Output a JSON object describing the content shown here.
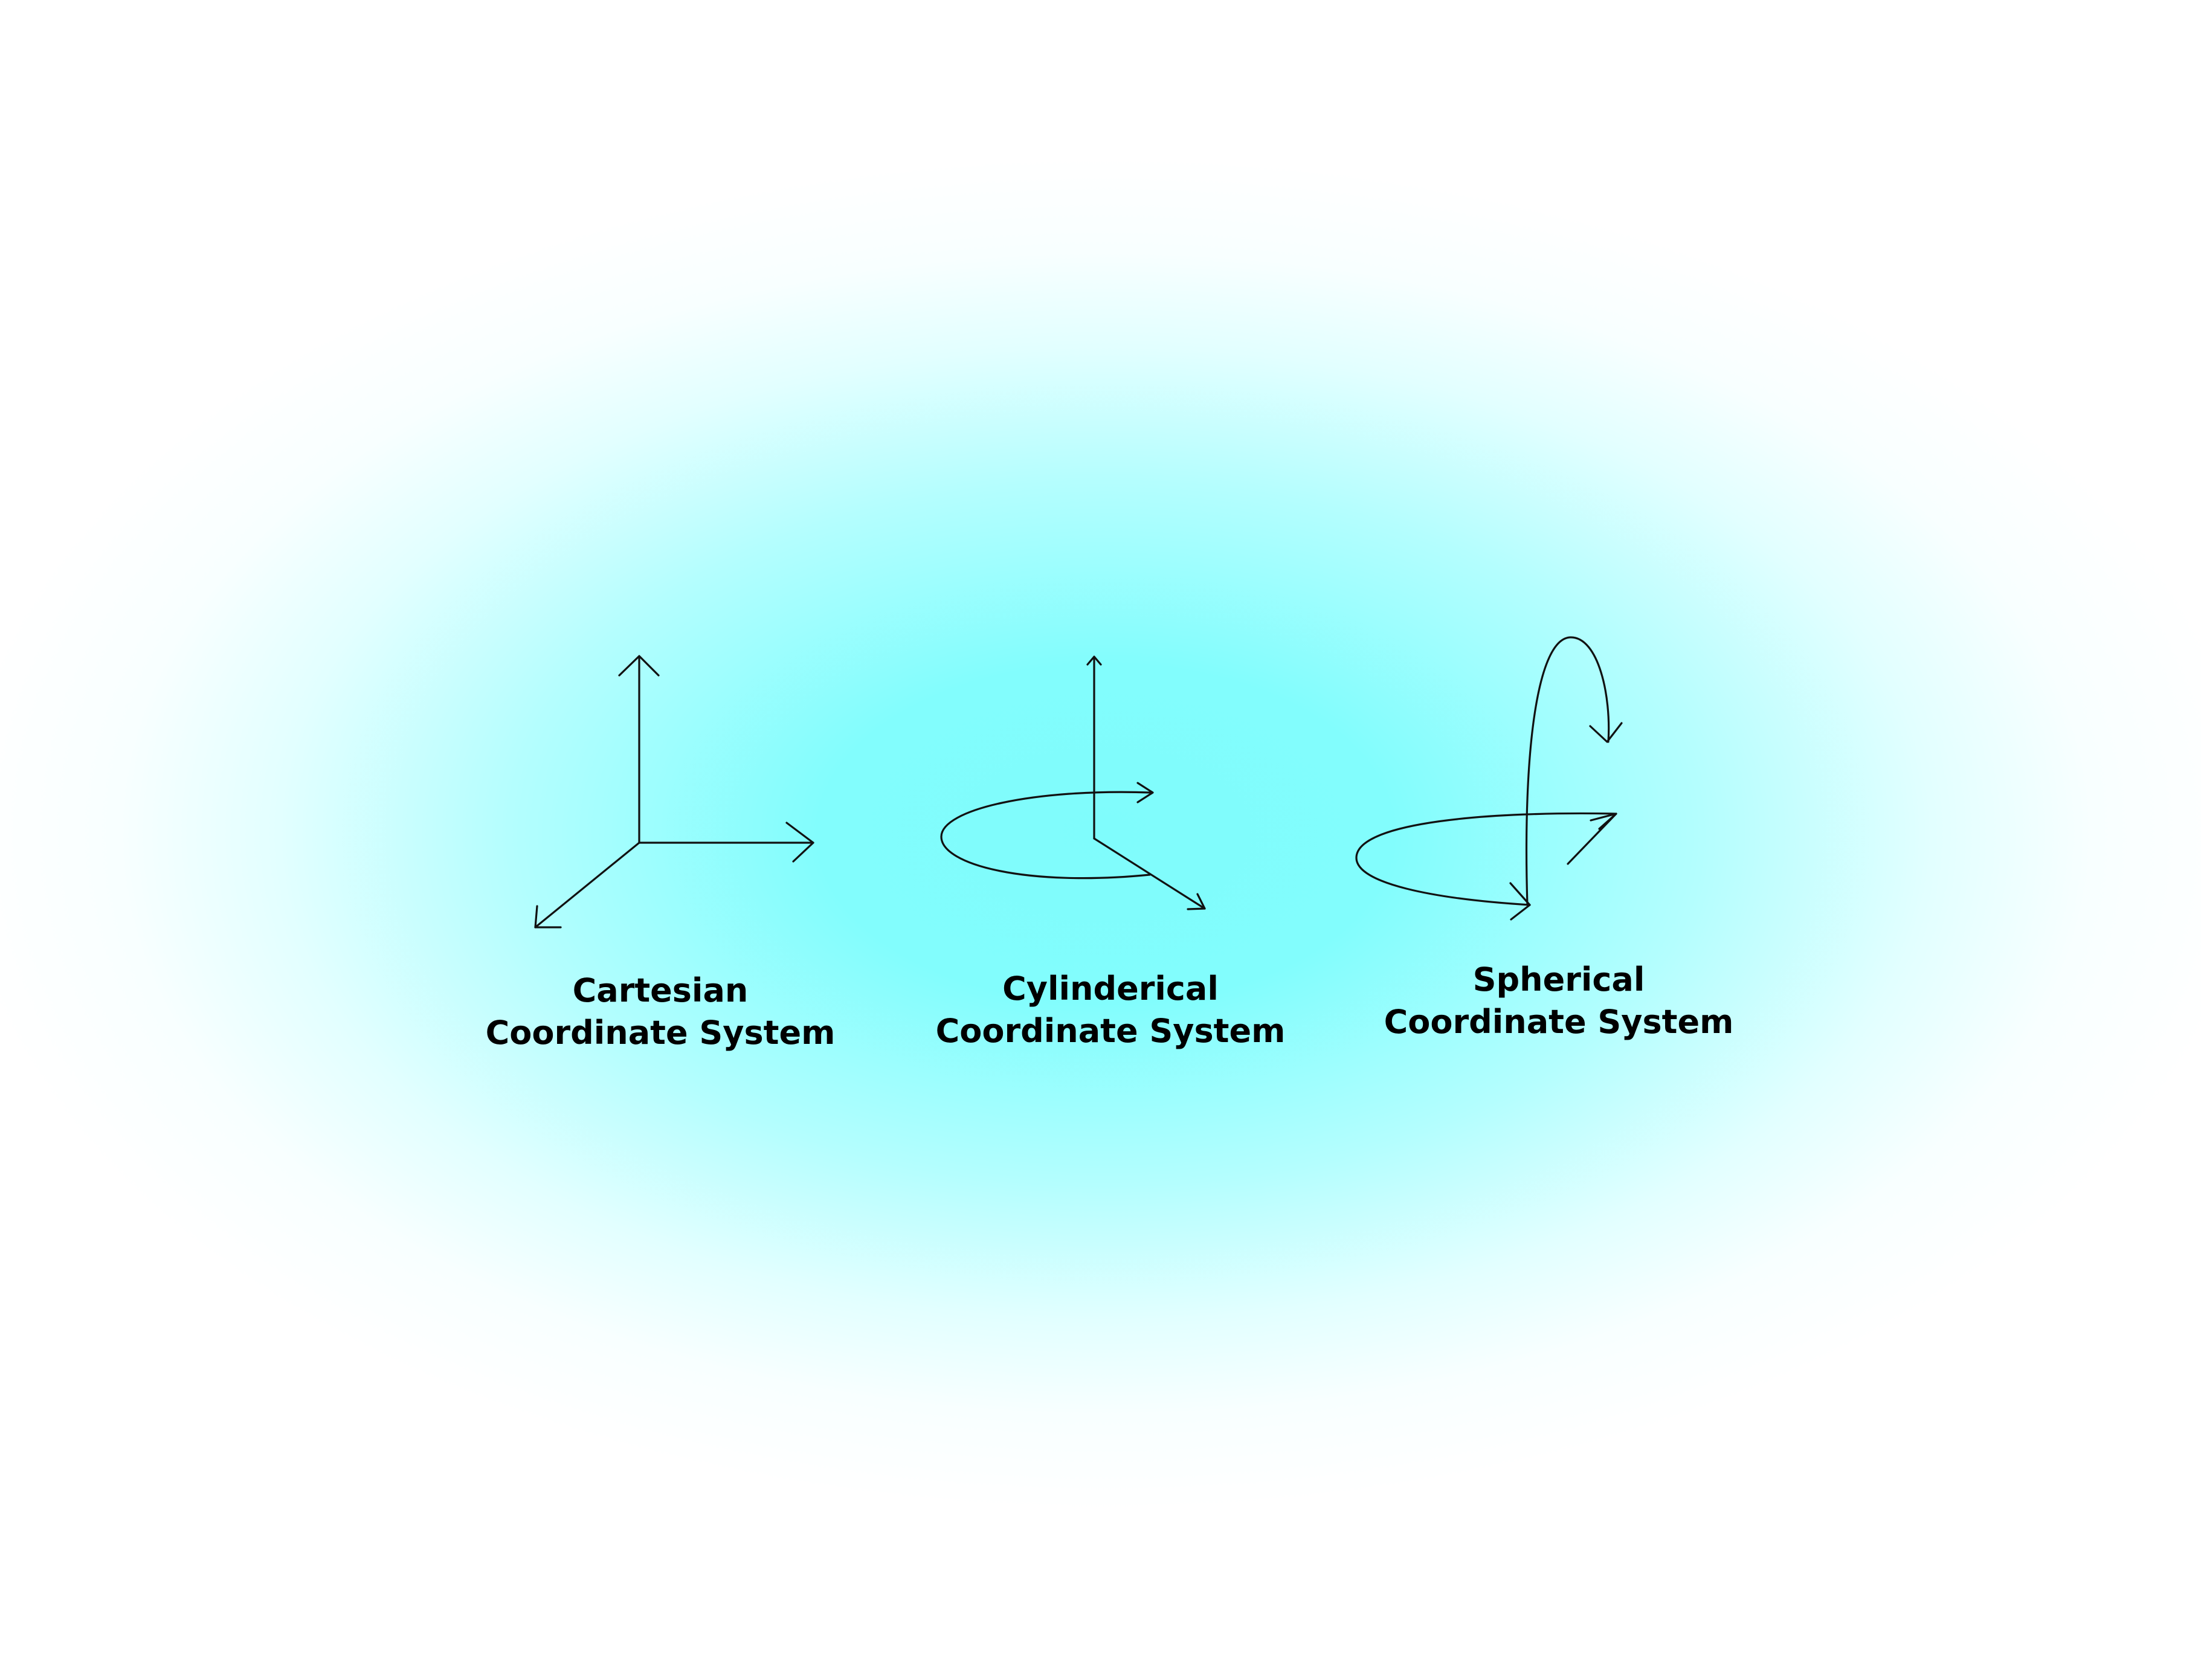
{
  "diagrams": [
    {
      "line1": "Cartesian",
      "line2": "Coordinate System",
      "icon": "cartesian-axes-icon"
    },
    {
      "line1": "Cylinderical",
      "line2": "Coordinate System",
      "icon": "cylindrical-axes-icon"
    },
    {
      "line1": "Spherical",
      "line2": "Coordinate System",
      "icon": "spherical-axes-icon"
    }
  ],
  "colors": {
    "background_center": "#7ffcfc",
    "background_edge": "#ffffff",
    "stroke": "#111111",
    "text": "#000000"
  }
}
